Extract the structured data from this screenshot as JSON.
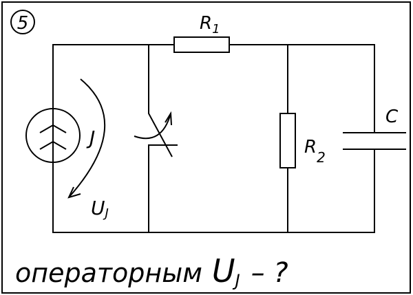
{
  "problem_number": "5",
  "labels": {
    "r1": "R",
    "r1_sub": "1",
    "r2": "R",
    "r2_sub": "2",
    "capacitor": "C",
    "source_current": "J",
    "source_voltage": "U",
    "source_voltage_sub": "J"
  },
  "task": {
    "text": "операторным",
    "quantity": "U",
    "quantity_sub": "J",
    "suffix": "– ?"
  },
  "colors": {
    "ink": "#000000",
    "background": "#ffffff"
  }
}
